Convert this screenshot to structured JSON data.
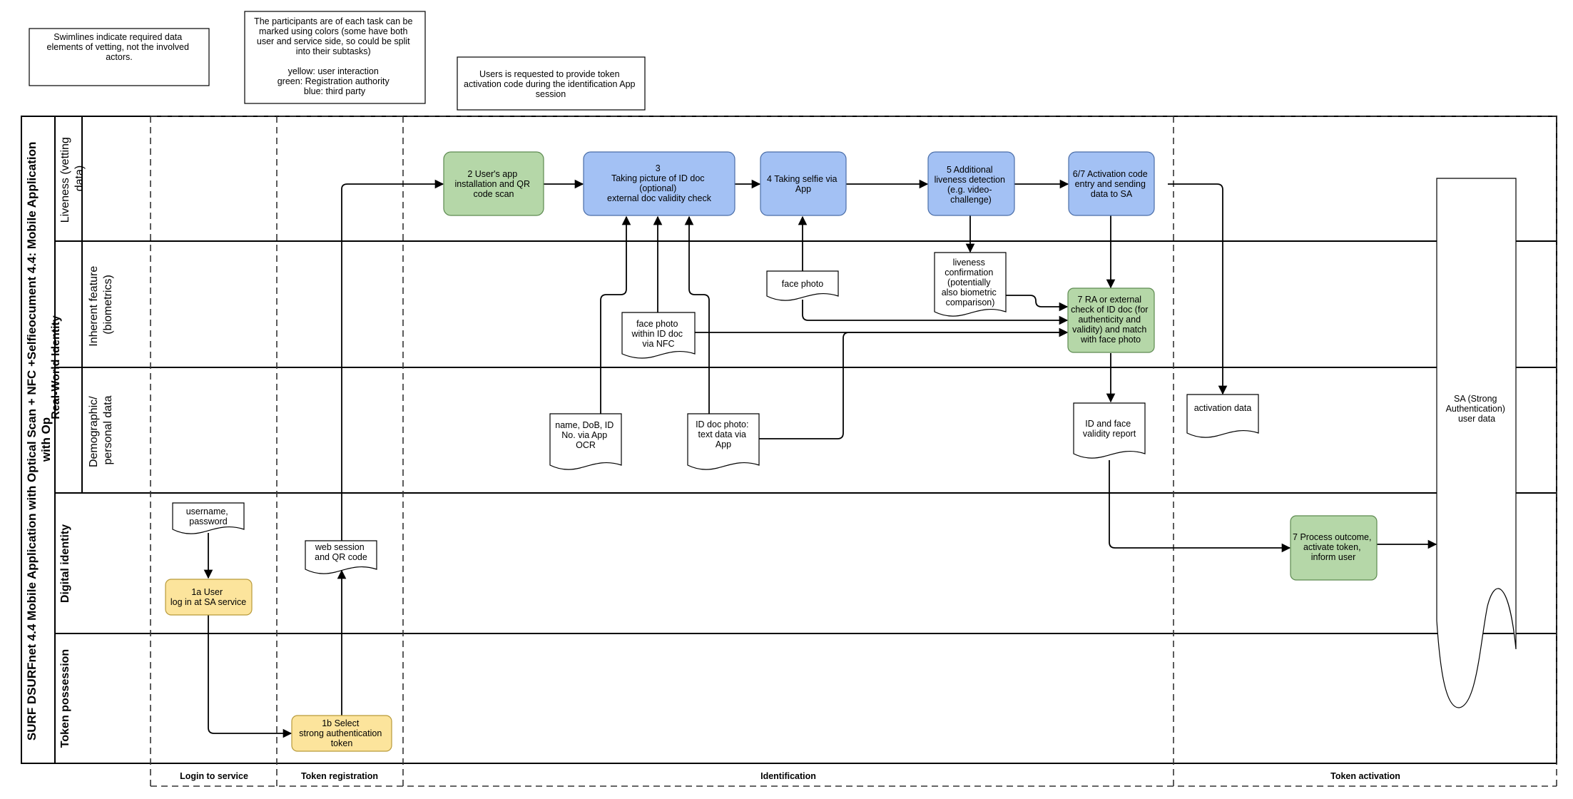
{
  "notes": {
    "swimlanes": [
      "Swimlines indicate required data",
      "elements of vetting, not the involved",
      "actors."
    ],
    "colors": [
      "The participants are of each task can be",
      "marked using colors (some have both",
      "user and service side, so could be split",
      "into their subtasks)",
      "",
      "yellow: user interaction",
      "green:  Registration authority",
      "blue: third party"
    ],
    "activation": [
      "Users is requested to provide token",
      "activation code during the identification App",
      "session"
    ]
  },
  "pool_title": {
    "line1": "SURF DSURFnet 4.4 Mobile Application with Optical Scan + NFC +Selfieocument 4.4: Mobile Application",
    "line2": "with Op"
  },
  "groups": {
    "real_world": "Real-World Identity",
    "digital": "Digital identity",
    "token": "Token possession"
  },
  "lanes": {
    "liveness": [
      "Liveness (vetting",
      "data)"
    ],
    "inherent": [
      "Inherent feature",
      "(biometrics)"
    ],
    "demographic": [
      "Demographic/",
      "personal data"
    ]
  },
  "phases": {
    "login": "Login to service",
    "registration": "Token registration",
    "identification": "Identification",
    "activation": "Token activation"
  },
  "tasks": {
    "t1a": [
      "1a User",
      "log in at SA service"
    ],
    "t1b": [
      "1b Select",
      "strong authentication",
      "token"
    ],
    "t2": [
      "2 User's app",
      "installation and QR",
      "code scan"
    ],
    "t3": [
      "3",
      "Taking picture of  ID doc",
      "(optional)",
      "external doc validity check"
    ],
    "t4": [
      "4 Taking selfie via",
      "App"
    ],
    "t5": [
      "5 Additional",
      "liveness detection",
      "(e.g. video-",
      "challenge)"
    ],
    "t67": [
      "6/7 Activation code",
      "entry and sending",
      "data to SA"
    ],
    "t7ra": [
      "7 RA or external",
      "check of ID doc (for",
      "authenticity and",
      "validity) and match",
      "with face photo"
    ],
    "t7p": [
      "7 Process outcome,",
      "activate token,",
      "inform user"
    ]
  },
  "documents": {
    "username": [
      "username,",
      "password"
    ],
    "websession": [
      "web session",
      "and QR code"
    ],
    "facephoto": [
      "face photo"
    ],
    "nfcphoto": [
      "face photo",
      "within ID doc",
      "via NFC"
    ],
    "ocr": [
      "name, DoB, ID",
      "No. via App",
      "OCR"
    ],
    "docphoto": [
      "ID doc photo:",
      "text data via",
      "App"
    ],
    "liveness_conf": [
      "liveness",
      "confirmation",
      "(potentially",
      "also biometric",
      "comparison)"
    ],
    "report": [
      "ID and face",
      "validity report"
    ],
    "activation_data": [
      "activation data"
    ]
  },
  "sa_store": [
    "SA (Strong",
    "Authentication)",
    "user data"
  ],
  "colors": {
    "user_interaction": "#fce49c",
    "registration_authority": "#b5d7a8",
    "third_party": "#a3c1f4"
  }
}
